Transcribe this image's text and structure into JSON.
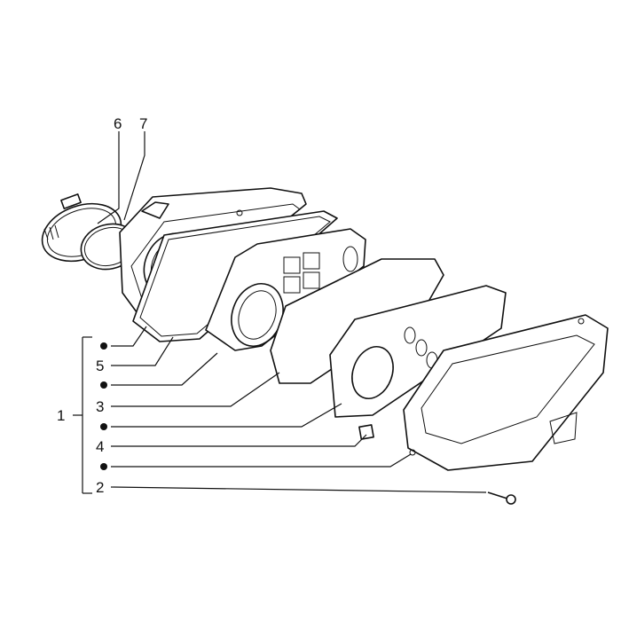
{
  "diagram": {
    "callouts": {
      "c1": "1",
      "c2": "2",
      "c3": "3",
      "c4": "4",
      "c5": "5",
      "c6": "6",
      "c7": "7"
    }
  }
}
